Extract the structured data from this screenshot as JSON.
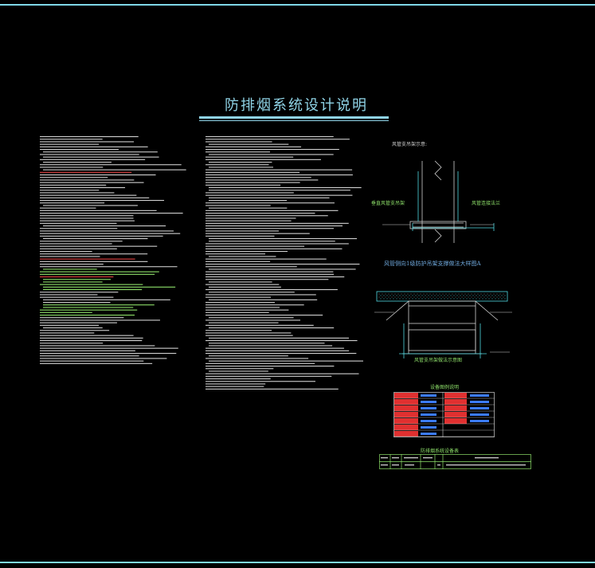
{
  "drawing": {
    "title": "防排烟系统设计说明",
    "detail_caption": "风管侧向1级防护吊架支撑做法大样图A",
    "upper_detail_label": "风管支吊架示意:",
    "left_label_upper": "垂直风管支吊架",
    "right_label_upper": "风管连接法兰",
    "section_label": "风管支吊架做法示意图",
    "legend_title": "设备图例说明",
    "table_title": "防排烟系统设备表"
  },
  "colors": {
    "background": "#000000",
    "border": "#7fd8e8",
    "title": "#8fd3e6",
    "text_white": "#d0d0d0",
    "text_green": "#8ee06a",
    "text_red": "#e04040",
    "cyan": "#4fd8e0",
    "blue": "#3c7cff"
  }
}
